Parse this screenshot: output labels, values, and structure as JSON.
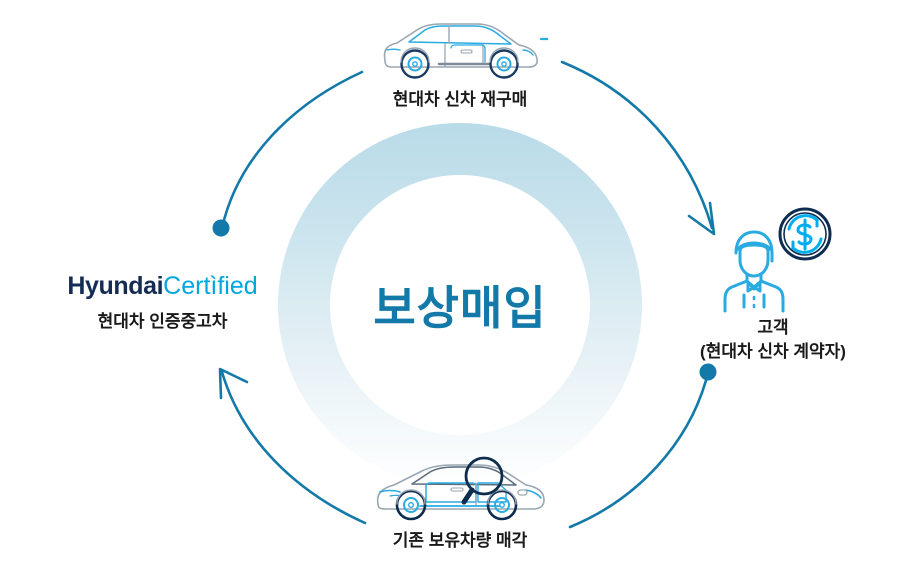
{
  "diagram": {
    "type": "cycle-diagram",
    "center": {
      "label": "보상매입",
      "color": "#1379a8"
    },
    "nodes": [
      {
        "id": "top",
        "position": "top",
        "icon": "suv-car-icon",
        "label": "현대차 신차 재구매"
      },
      {
        "id": "right",
        "position": "right",
        "icon": "customer-person-icon",
        "badge_icon": "dollar-coin-icon",
        "label_line1": "고객",
        "label_line2": "(현대차 신차 계약자)"
      },
      {
        "id": "bottom",
        "position": "bottom",
        "icon": "sedan-car-magnifier-icon",
        "label": "기존 보유차량 매각"
      },
      {
        "id": "left",
        "position": "left",
        "icon": "hyundai-certified-logo",
        "logo_primary": "Hyundai",
        "logo_secondary": "Certìfied",
        "label": "현대차 인증중고차"
      }
    ],
    "connectors": [
      {
        "id": "top-to-right",
        "from": "top",
        "to": "right",
        "end": "arrowhead"
      },
      {
        "id": "bottom-to-left",
        "from": "bottom",
        "to": "left",
        "end": "arrowhead"
      },
      {
        "id": "left-to-top",
        "from": "left",
        "to": "top",
        "start": "dot"
      },
      {
        "id": "right-to-bottom",
        "from": "right",
        "to": "bottom",
        "start": "dot"
      }
    ],
    "colors": {
      "accent": "#1379a8",
      "arc": "#1379a8",
      "cyan": "#29abe2",
      "navy": "#142b52",
      "ring_top": "#b9dbe8",
      "ring_bottom": "#ffffff",
      "text": "#1a1a1a"
    }
  }
}
